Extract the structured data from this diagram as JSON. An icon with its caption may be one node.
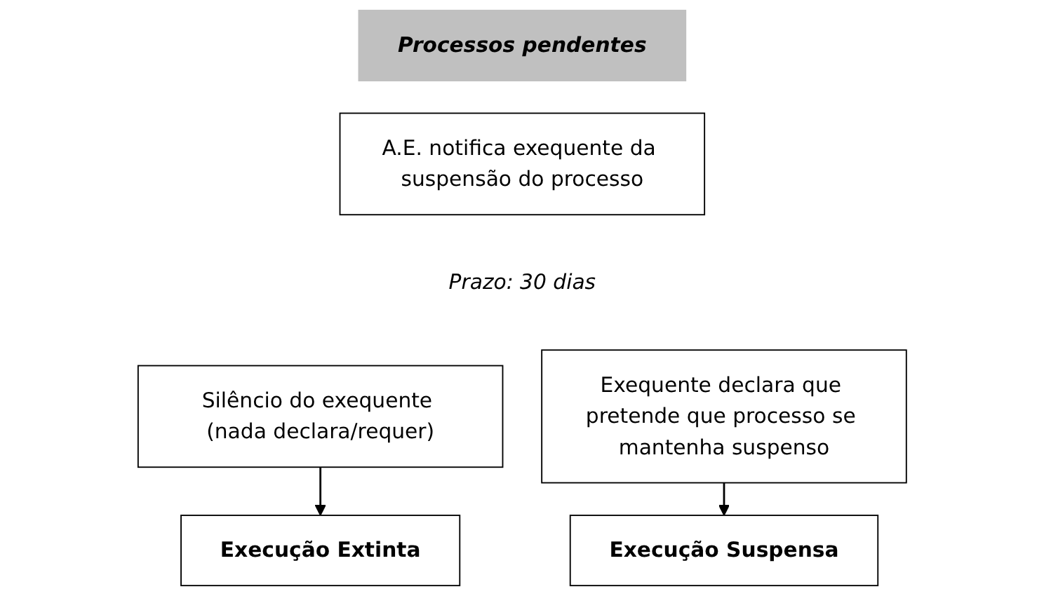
{
  "diagram": {
    "nodes": [
      {
        "text": [
          "Processos pendentes"
        ]
      },
      {
        "text": [
          "A.E. notifica exequente da suspensão do processo"
        ],
        "beside": [
          "Prazo: 30 dias"
        ]
      },
      {
        "text": [
          "Silêncio do exequente (nada declara/requer)"
        ]
      },
      {
        "text": [
          "Exequente declara que pretende que processo se mantenha suspenso"
        ]
      },
      {
        "text": [
          "Execução Extinta"
        ]
      },
      {
        "text": [
          "Execução Suspensa"
        ]
      }
    ],
    "edges": [
      {
        "from": 2,
        "to": 4,
        "arrow": "to"
      },
      {
        "from": 3,
        "to": 5,
        "arrow": "to"
      }
    ]
  }
}
